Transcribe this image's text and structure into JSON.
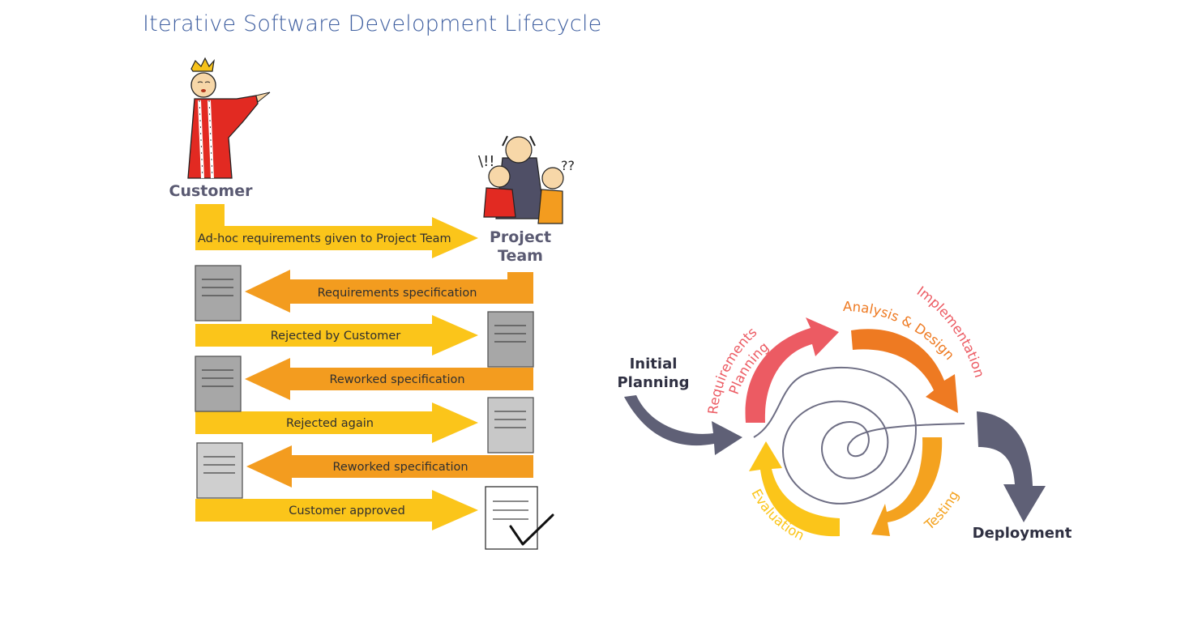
{
  "title": "Iterative Software Development Lifecycle",
  "left_diagram": {
    "customer_label": "Customer",
    "project_team_label_line1": "Project",
    "project_team_label_line2": "Team",
    "arrows": [
      {
        "label": "Ad-hoc requirements given to Project Team",
        "direction": "to-team",
        "color": "#fbc51a"
      },
      {
        "label": "Requirements specification",
        "direction": "to-customer",
        "color": "#f39c1f"
      },
      {
        "label": "Rejected by Customer",
        "direction": "to-team",
        "color": "#fbc51a"
      },
      {
        "label": "Reworked specification",
        "direction": "to-customer",
        "color": "#f39c1f"
      },
      {
        "label": "Rejected again",
        "direction": "to-team",
        "color": "#fbc51a"
      },
      {
        "label": "Reworked specification",
        "direction": "to-customer",
        "color": "#f39c1f"
      },
      {
        "label": "Customer approved",
        "direction": "to-team",
        "color": "#fbc51a"
      }
    ]
  },
  "right_diagram": {
    "initial_line1": "Initial",
    "initial_line2": "Planning",
    "requirements": "Requirements",
    "planning": "Planning",
    "analysis": "Analysis & Design",
    "implementation": "Implementation",
    "testing": "Testing",
    "evaluation": "Evaluation",
    "deployment": "Deployment",
    "colors": {
      "requirements": "#ec5b63",
      "analysis": "#ee7a22",
      "implementation": "#ec5b63",
      "testing": "#f4a21f",
      "evaluation": "#fbc51a",
      "grey": "#6b6b80"
    }
  }
}
